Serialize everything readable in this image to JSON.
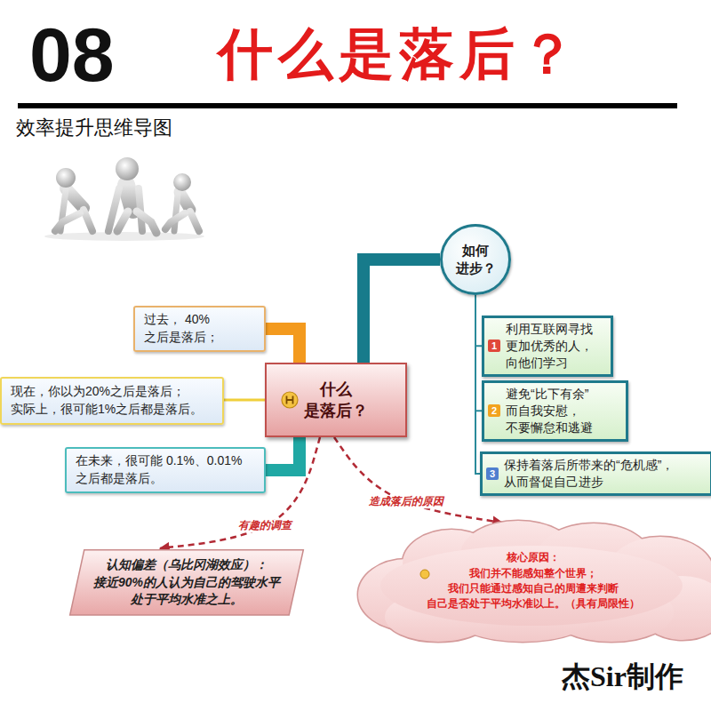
{
  "diagram": {
    "title": "什么是落后？",
    "nodes": [
      {
        "text": [
          "什么 是落后？"
        ]
      },
      {
        "text": [
          "过去， 40%之后是落后；"
        ]
      },
      {
        "text": [
          "现在，你以为20%之后是落后； 实际上，很可能1%之后都是落后。"
        ]
      },
      {
        "text": [
          "在未来，很可能 0.1%、0.01%之后都是落后。"
        ]
      },
      {
        "text": [
          "如何 进步？"
        ]
      },
      {
        "text": [
          "1",
          "利用互联网寻找 更加优秀的人， 向他们学习"
        ]
      },
      {
        "text": [
          "2",
          "避免“比下有余” 而自我安慰， 不要懈怠和逃避"
        ]
      },
      {
        "text": [
          "3",
          "保持着落后所带来的“危机感”， 从而督促自己进步"
        ]
      },
      {
        "text": [
          "认知偏差（乌比冈湖效应）： 接近90%的人认为自己的驾驶水平 处于平均水准之上。"
        ]
      },
      {
        "text": [
          "核心原因：",
          "我们并不能感知整个世界； 我们只能通过感知自己的周遭来判断 自己是否处于平均水准以上。（具有局限性）"
        ]
      }
    ],
    "edges": [
      {
        "from": 0,
        "to": 1,
        "arrow": "none"
      },
      {
        "from": 0,
        "to": 2,
        "arrow": "none"
      },
      {
        "from": 0,
        "to": 3,
        "arrow": "none"
      },
      {
        "from": 0,
        "to": 4,
        "arrow": "none"
      },
      {
        "from": 4,
        "to": 5,
        "arrow": "none"
      },
      {
        "from": 4,
        "to": 6,
        "arrow": "none"
      },
      {
        "from": 4,
        "to": 7,
        "arrow": "none"
      },
      {
        "from": 0,
        "to": 8,
        "label": "有趣的调查",
        "arrow": "to"
      },
      {
        "from": 0,
        "to": 9,
        "label": "造成落后的原因",
        "arrow": "to"
      }
    ],
    "labels": [
      "08",
      "效率提升思维导图",
      "杰Sir制作"
    ]
  }
}
